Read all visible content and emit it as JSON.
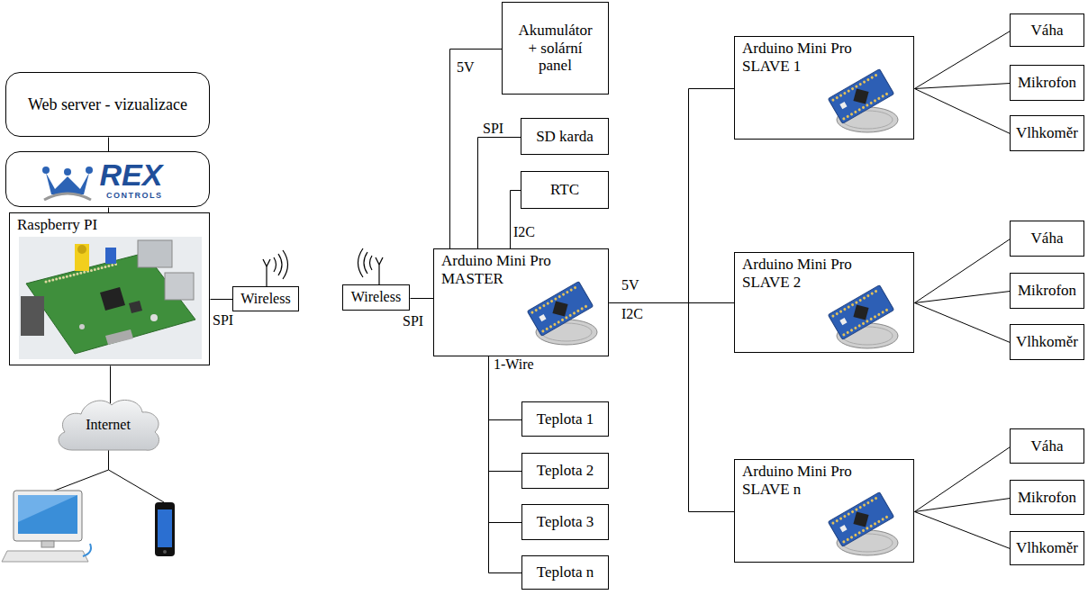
{
  "diagram": {
    "nodes": [
      {
        "text": [
          "Web server - vizualizace"
        ]
      },
      {
        "text": [
          "REX",
          "CONTROLS"
        ]
      },
      {
        "text": [
          "Raspberry PI"
        ]
      },
      {
        "text": [
          "Wireless"
        ]
      },
      {
        "text": [
          "Internet"
        ]
      },
      {
        "text": [
          "Wireless"
        ]
      },
      {
        "text": [
          "Akumulátor + solární panel"
        ]
      },
      {
        "text": [
          "SD karda"
        ]
      },
      {
        "text": [
          "RTC"
        ]
      },
      {
        "text": [
          "Arduino Mini Pro MASTER"
        ]
      },
      {
        "text": [
          "Teplota 1"
        ]
      },
      {
        "text": [
          "Teplota 2"
        ]
      },
      {
        "text": [
          "Teplota 3"
        ]
      },
      {
        "text": [
          "Teplota n"
        ]
      },
      {
        "text": [
          "Arduino Mini Pro SLAVE 1"
        ]
      },
      {
        "text": [
          "Váha"
        ]
      },
      {
        "text": [
          "Mikrofon"
        ]
      },
      {
        "text": [
          "Vlhkoměr"
        ]
      },
      {
        "text": [
          "Arduino Mini Pro SLAVE 2"
        ]
      },
      {
        "text": [
          "Váha"
        ]
      },
      {
        "text": [
          "Mikrofon"
        ]
      },
      {
        "text": [
          "Vlhkoměr"
        ]
      },
      {
        "text": [
          "Arduino Mini Pro SLAVE n"
        ]
      },
      {
        "text": [
          "Váha"
        ]
      },
      {
        "text": [
          "Mikrofon"
        ]
      },
      {
        "text": [
          "Vlhkoměr"
        ]
      }
    ],
    "edges": [
      {
        "from": 0,
        "to": 1,
        "arrow": "none"
      },
      {
        "from": 1,
        "to": 2,
        "arrow": "none"
      },
      {
        "from": 2,
        "to": 3,
        "arrow": "none"
      },
      {
        "from": 2,
        "to": 4,
        "arrow": "none"
      },
      {
        "from": 5,
        "to": 9,
        "arrow": "none"
      },
      {
        "from": 6,
        "to": 9,
        "arrow": "none"
      },
      {
        "from": 7,
        "to": 9,
        "arrow": "none"
      },
      {
        "from": 8,
        "to": 9,
        "arrow": "none"
      },
      {
        "from": 9,
        "to": 10,
        "arrow": "none"
      },
      {
        "from": 9,
        "to": 11,
        "arrow": "none"
      },
      {
        "from": 9,
        "to": 12,
        "arrow": "none"
      },
      {
        "from": 9,
        "to": 13,
        "arrow": "none"
      },
      {
        "from": 9,
        "to": 14,
        "arrow": "none"
      },
      {
        "from": 9,
        "to": 18,
        "arrow": "none"
      },
      {
        "from": 9,
        "to": 22,
        "arrow": "none"
      },
      {
        "from": 14,
        "to": 15,
        "arrow": "none"
      },
      {
        "from": 14,
        "to": 16,
        "arrow": "none"
      },
      {
        "from": 14,
        "to": 17,
        "arrow": "none"
      },
      {
        "from": 18,
        "to": 19,
        "arrow": "none"
      },
      {
        "from": 18,
        "to": 20,
        "arrow": "none"
      },
      {
        "from": 18,
        "to": 21,
        "arrow": "none"
      },
      {
        "from": 22,
        "to": 23,
        "arrow": "none"
      },
      {
        "from": 22,
        "to": 24,
        "arrow": "none"
      },
      {
        "from": 22,
        "to": 25,
        "arrow": "none"
      }
    ],
    "labels": [
      "SPI",
      "SPI",
      "5V",
      "SPI",
      "I2C",
      "5V",
      "I2C",
      "1-Wire"
    ]
  }
}
